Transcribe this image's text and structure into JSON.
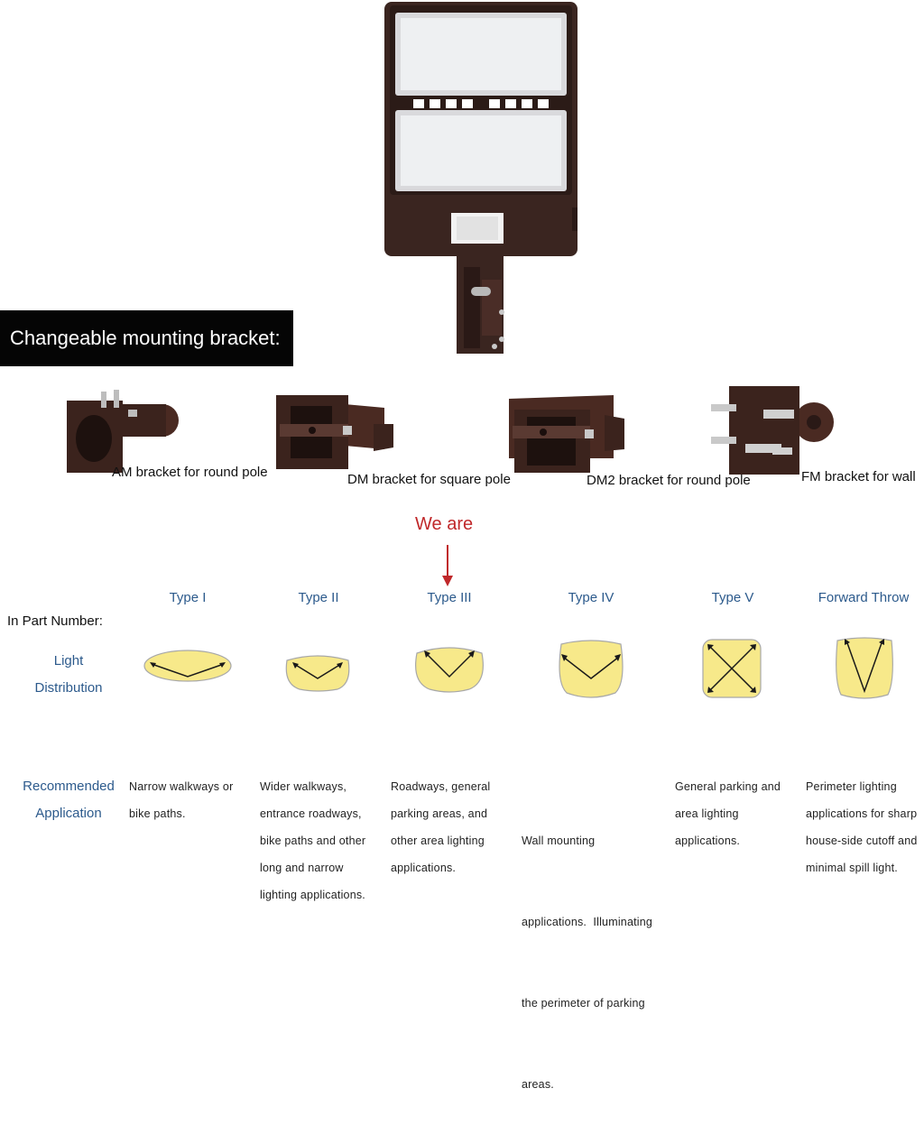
{
  "banner": {
    "title": "Changeable mounting bracket:"
  },
  "brackets": [
    {
      "label": "AM bracket for round pole"
    },
    {
      "label": "DM bracket for square pole"
    },
    {
      "label": "DM2 bracket for round pole"
    },
    {
      "label": "FM bracket for wall"
    }
  ],
  "callout": {
    "text": "We are",
    "color": "#c0282a"
  },
  "table": {
    "row_label_part": "In Part Number:",
    "row_label_light_1": "Light",
    "row_label_light_2": "Distribution",
    "row_label_app_1": "Recommended",
    "row_label_app_2": "Application",
    "types": [
      {
        "name": "Type I",
        "application": [
          "Narrow walkways or",
          "bike paths."
        ]
      },
      {
        "name": "Type II",
        "application": [
          "Wider walkways,",
          "entrance roadways,",
          "bike paths and other",
          "long and narrow",
          "lighting applications."
        ]
      },
      {
        "name": "Type III",
        "application": [
          "Roadways, general",
          "parking areas, and",
          "other area lighting",
          "applications."
        ]
      },
      {
        "name": "Type IV",
        "application": [
          "Wall mounting",
          "applications.  Illuminating",
          "the perimeter of parking",
          "areas."
        ]
      },
      {
        "name": "Type V",
        "application": [
          "General parking and",
          "area lighting",
          "applications."
        ]
      },
      {
        "name": "Forward Throw",
        "application": [
          "Perimeter lighting",
          "applications for sharp",
          "house-side cutoff and",
          "minimal spill light."
        ]
      }
    ]
  },
  "colors": {
    "accent_blue": "#2c5a8c",
    "bracket_brown": "#4a2a22",
    "light_yellow": "#f7e98a"
  }
}
